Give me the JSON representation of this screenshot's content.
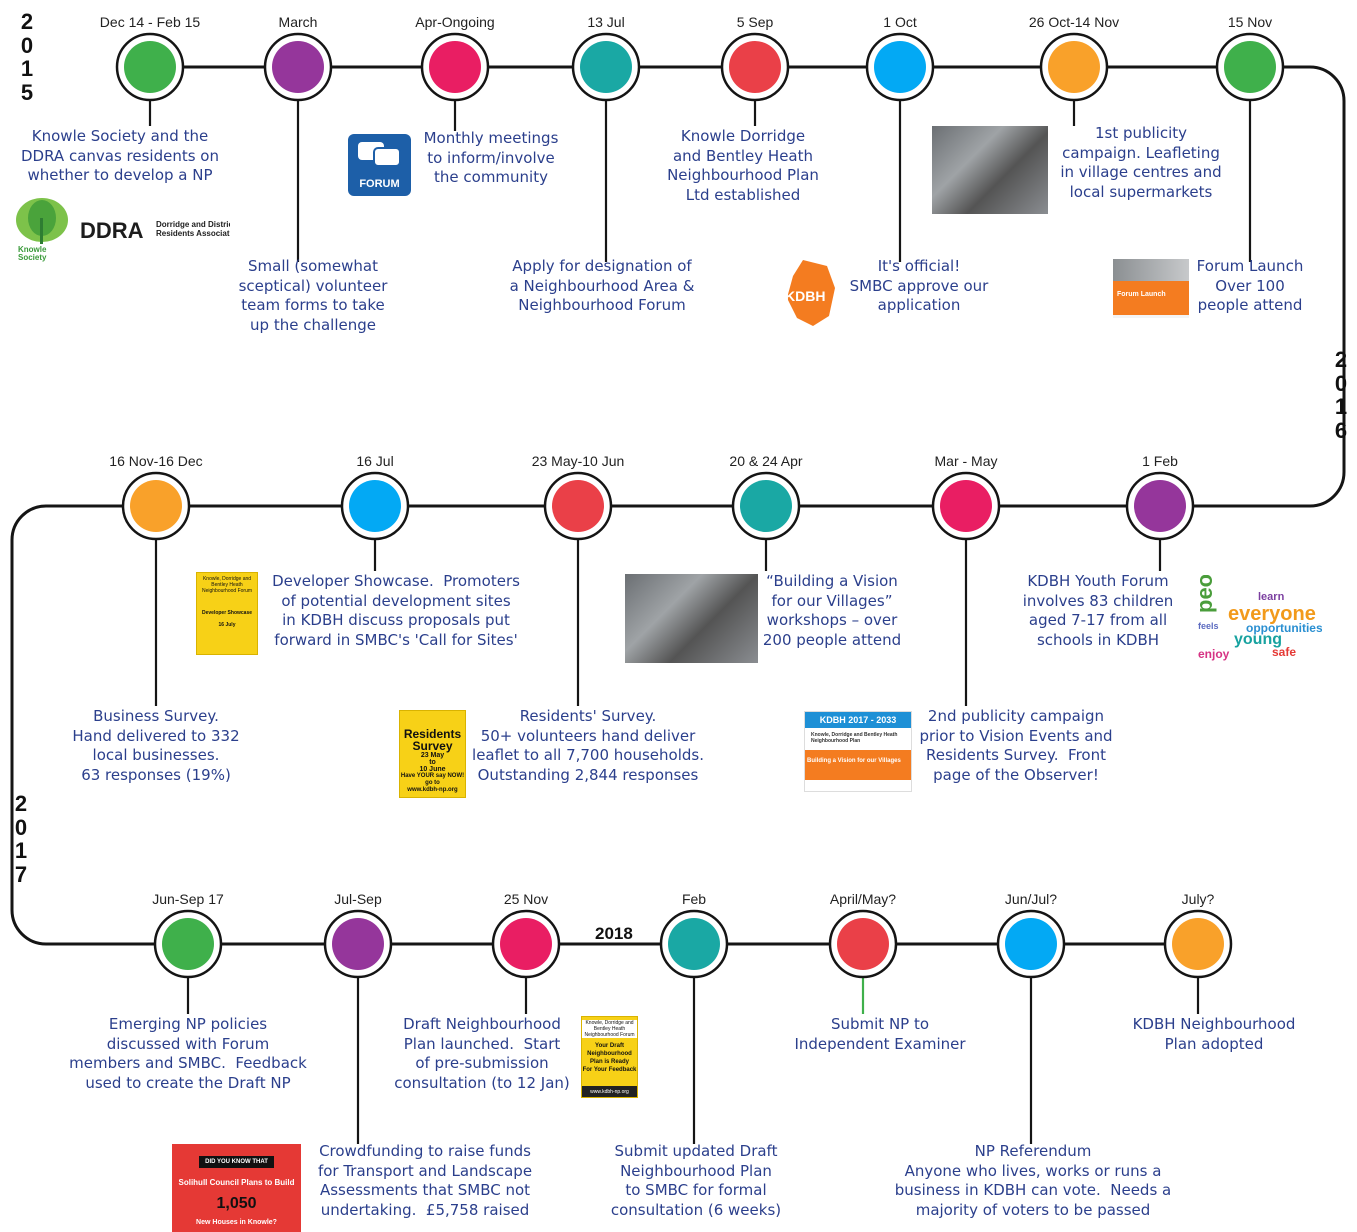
{
  "years": [
    {
      "id": "2015",
      "text": "2015"
    },
    {
      "id": "2016",
      "text": "2016"
    },
    {
      "id": "2017",
      "text": "2017"
    },
    {
      "id": "2018",
      "text": "2018"
    }
  ],
  "rows": [
    {
      "row": 1,
      "events": [
        {
          "date": "Dec 14 - Feb 15",
          "color": "#3fb04b",
          "text": "Knowle Society and the\nDDRA canvas residents on\nwhether to develop a NP"
        },
        {
          "date": "March",
          "color": "#95369b",
          "text": "Small (somewhat\nsceptical) volunteer\nteam forms to take\nup the challenge"
        },
        {
          "date": "Apr-Ongoing",
          "color": "#e91e63",
          "text": "Monthly meetings\nto inform/involve\nthe community"
        },
        {
          "date": "13 Jul",
          "color": "#1aa8a4",
          "text": "Apply for designation of\na Neighbourhood Area &\nNeighbourhood Forum"
        },
        {
          "date": "5 Sep",
          "color": "#ea4048",
          "text": "Knowle Dorridge\nand Bentley Heath\nNeighbourhood Plan\nLtd established"
        },
        {
          "date": "1 Oct",
          "color": "#03a9f4",
          "text": "It's official!\nSMBC approve our\napplication"
        },
        {
          "date": "26 Oct-14 Nov",
          "color": "#f9a12a",
          "text": "1st publicity\ncampaign. Leafleting\nin village centres and\nlocal supermarkets"
        },
        {
          "date": "15 Nov",
          "color": "#3fb04b",
          "text": "Forum Launch\nOver 100\npeople attend"
        }
      ]
    },
    {
      "row": 2,
      "events": [
        {
          "date": "16 Nov-16 Dec",
          "color": "#f9a12a",
          "text": "Business Survey.\nHand delivered to 332\nlocal businesses.\n63 responses (19%)"
        },
        {
          "date": "16 Jul",
          "color": "#03a9f4",
          "text": "Developer Showcase.  Promoters\nof potential development sites\nin KDBH discuss proposals put\nforward in SMBC's 'Call for Sites'"
        },
        {
          "date": "23 May-10 Jun",
          "color": "#ea4048",
          "text": "Residents' Survey.\n50+ volunteers hand deliver\nleaflet to all 7,700 households.\nOutstanding 2,844 responses"
        },
        {
          "date": "20 & 24 Apr",
          "color": "#1aa8a4",
          "text": "“Building a Vision\nfor our Villages”\nworkshops – over\n200 people attend"
        },
        {
          "date": "Mar - May",
          "color": "#e91e63",
          "text": "2nd publicity campaign\nprior to Vision Events and\nResidents Survey.  Front\npage of the Observer!"
        },
        {
          "date": "1 Feb",
          "color": "#95369b",
          "text": "KDBH Youth Forum\ninvolves 83 children\naged 7-17 from all\nschools in KDBH"
        }
      ]
    },
    {
      "row": 3,
      "events": [
        {
          "date": "Jun-Sep 17",
          "color": "#3fb04b",
          "text": "Emerging NP policies\ndiscussed with Forum\nmembers and SMBC.  Feedback\nused to create the Draft NP"
        },
        {
          "date": "Jul-Sep",
          "color": "#95369b",
          "text": "Crowdfunding to raise funds\nfor Transport and Landscape\nAssessments that SMBC not\nundertaking.  £5,758 raised"
        },
        {
          "date": "25 Nov",
          "color": "#e91e63",
          "text": "Draft Neighbourhood\nPlan launched.  Start\nof pre-submission\nconsultation (to 12 Jan)"
        },
        {
          "date": "Feb",
          "color": "#1aa8a4",
          "text": "Submit updated Draft\nNeighbourhood Plan\nto SMBC for formal\nconsultation (6 weeks)"
        },
        {
          "date": "April/May?",
          "color": "#ea4048",
          "text": "Submit NP to\nIndependent Examiner"
        },
        {
          "date": "Jun/Jul?",
          "color": "#03a9f4",
          "text": "NP Referendum\nAnyone who lives, works or runs a\nbusiness in KDBH can vote.  Needs a\nmajority of voters to be passed"
        },
        {
          "date": "July?",
          "color": "#f9a12a",
          "text": "KDBH Neighbourhood\nPlan adopted"
        }
      ]
    }
  ],
  "images": {
    "ddra_logo": {
      "title": "DDRA",
      "subtitle": "Dorridge and District\nResidents Association",
      "knowle": "Knowle\nSociety"
    },
    "forum_icon": {
      "label": "FORUM"
    },
    "kdbh_logo": {
      "label": "KDBH"
    },
    "forum_launch_poster": {
      "title": "Forum Launch"
    },
    "showcase_poster": {
      "head": "Knowle, Dorridge and\nBentley Heath\nNeighbourhood Forum",
      "title": "Developer Showcase",
      "date": "16 July"
    },
    "survey_poster": {
      "title": "Residents\nSurvey",
      "dates": "23 May\nto\n10 June",
      "cta": "Have YOUR say NOW!\ngo to",
      "url": "www.kdbh-np.org"
    },
    "observer_leaflet": {
      "band": "KDBH 2017 - 2033",
      "org": "Knowle, Dorridge and Bentley Heath\nNeighbourhood Plan",
      "headline": "Building a Vision for our Villages"
    },
    "wordcloud": {
      "words": [
        "people",
        "everyone",
        "opportunities",
        "young",
        "learn",
        "enjoy",
        "safe",
        "feels"
      ]
    },
    "draft_poster": {
      "head": "Knowle, Dorridge and\nBentley Heath\nNeighbourhood Forum",
      "title": "Your Draft\nNeighbourhood\nPlan is Ready\nFor Your Feedback",
      "url": "www.kdbh-np.org"
    },
    "crowdfund_poster": {
      "tag": "DID YOU KNOW THAT",
      "line": "Solihull Council Plans to Build",
      "number": "1,050",
      "tail": "New Houses in Knowle?"
    }
  }
}
